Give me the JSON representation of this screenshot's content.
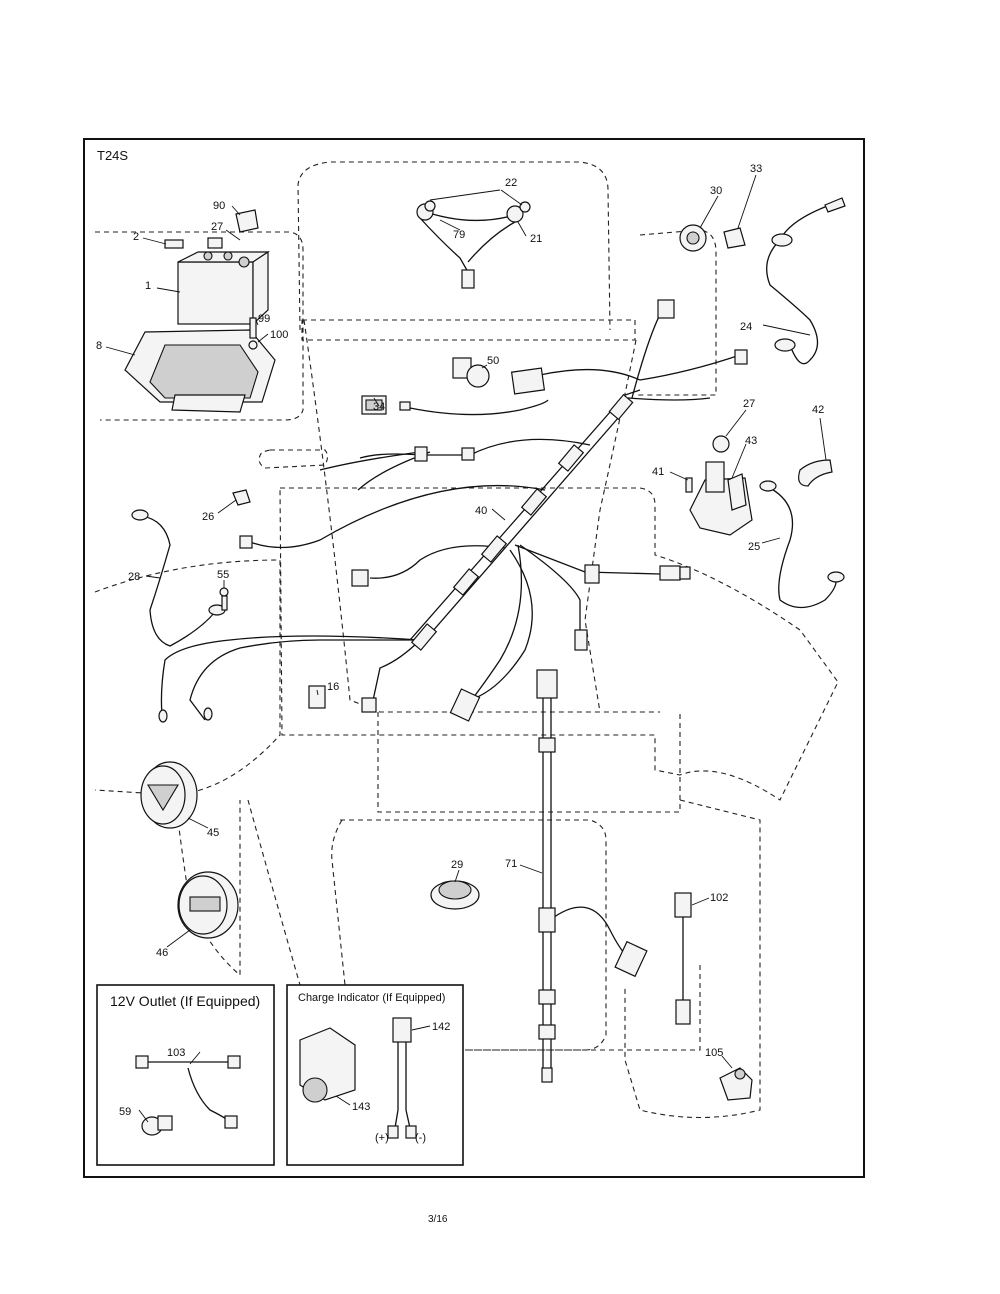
{
  "model_code": "T24S",
  "page_number": "3/16",
  "insets": {
    "outlet_title": "12V Outlet (If Equipped)",
    "indicator_title": "Charge Indicator (If Equipped)",
    "plus_label": "(+)",
    "minus_label": "(-)"
  },
  "part_labels": {
    "p1": "1",
    "p2": "2",
    "p8": "8",
    "p16": "16",
    "p21": "21",
    "p22": "22",
    "p24": "24",
    "p25": "25",
    "p26": "26",
    "p27a": "27",
    "p27b": "27",
    "p28": "28",
    "p29": "29",
    "p30": "30",
    "p33": "33",
    "p34": "34",
    "p40": "40",
    "p41": "41",
    "p42": "42",
    "p43": "43",
    "p45": "45",
    "p46": "46",
    "p50": "50",
    "p55": "55",
    "p59": "59",
    "p71": "71",
    "p79": "79",
    "p90": "90",
    "p99": "99",
    "p100": "100",
    "p102": "102",
    "p103": "103",
    "p105": "105",
    "p142": "142",
    "p143": "143"
  }
}
